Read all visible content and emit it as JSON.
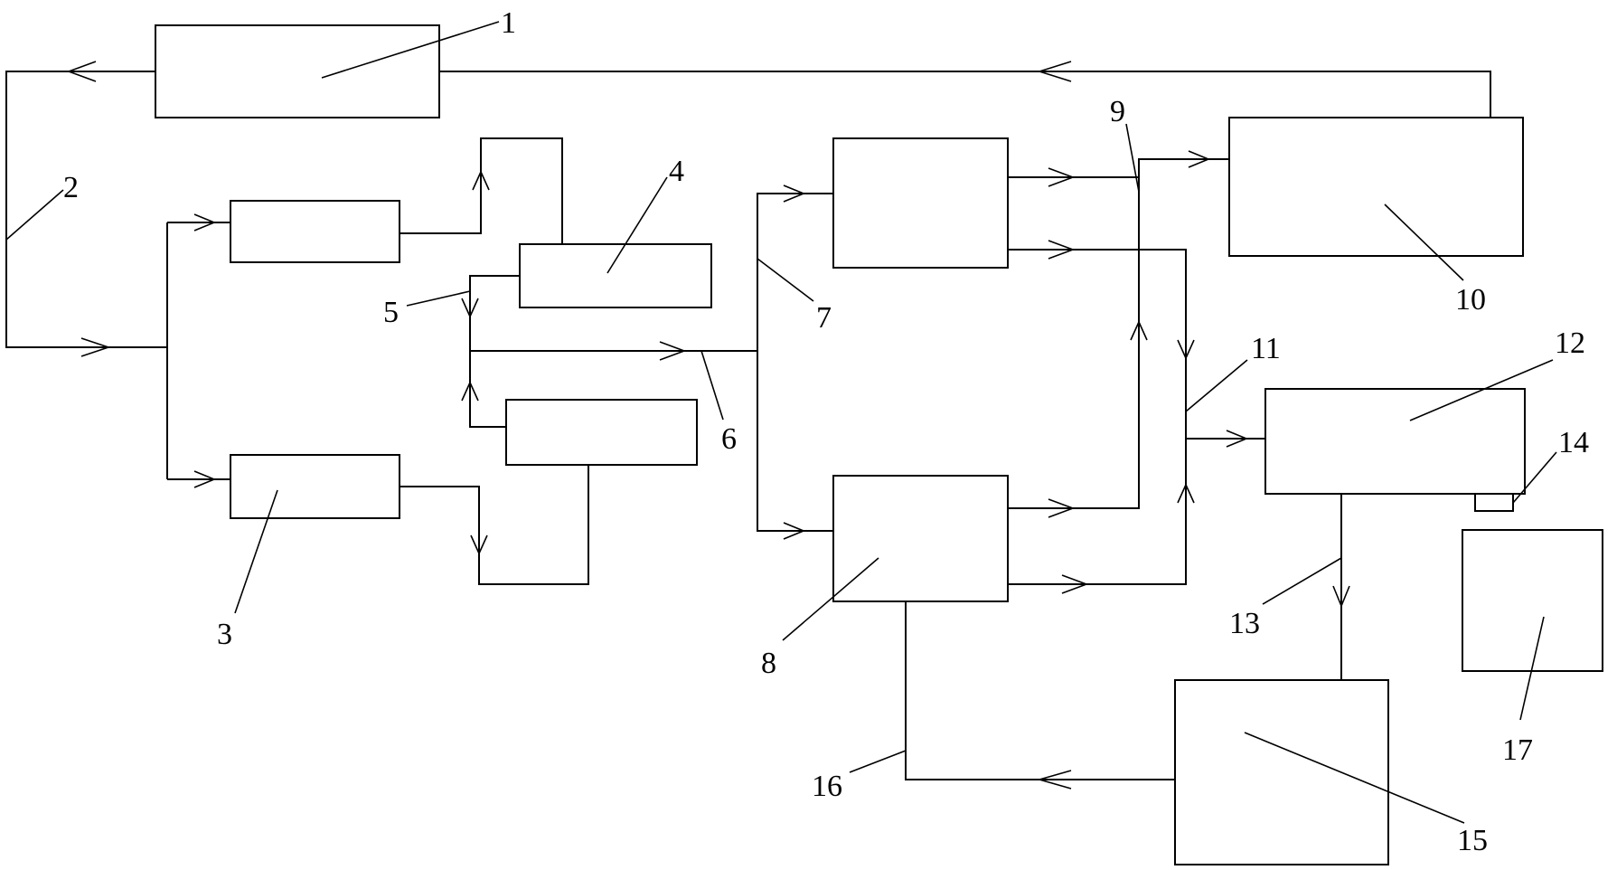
{
  "diagram": {
    "type": "block-flow-diagram",
    "labels": {
      "n1": "1",
      "n2": "2",
      "n3": "3",
      "n4": "4",
      "n5": "5",
      "n6": "6",
      "n7": "7",
      "n8": "8",
      "n9": "9",
      "n10": "10",
      "n11": "11",
      "n12": "12",
      "n13": "13",
      "n14": "14",
      "n15": "15",
      "n16": "16",
      "n17": "17"
    },
    "line_color": "#000000",
    "background": "#ffffff"
  }
}
